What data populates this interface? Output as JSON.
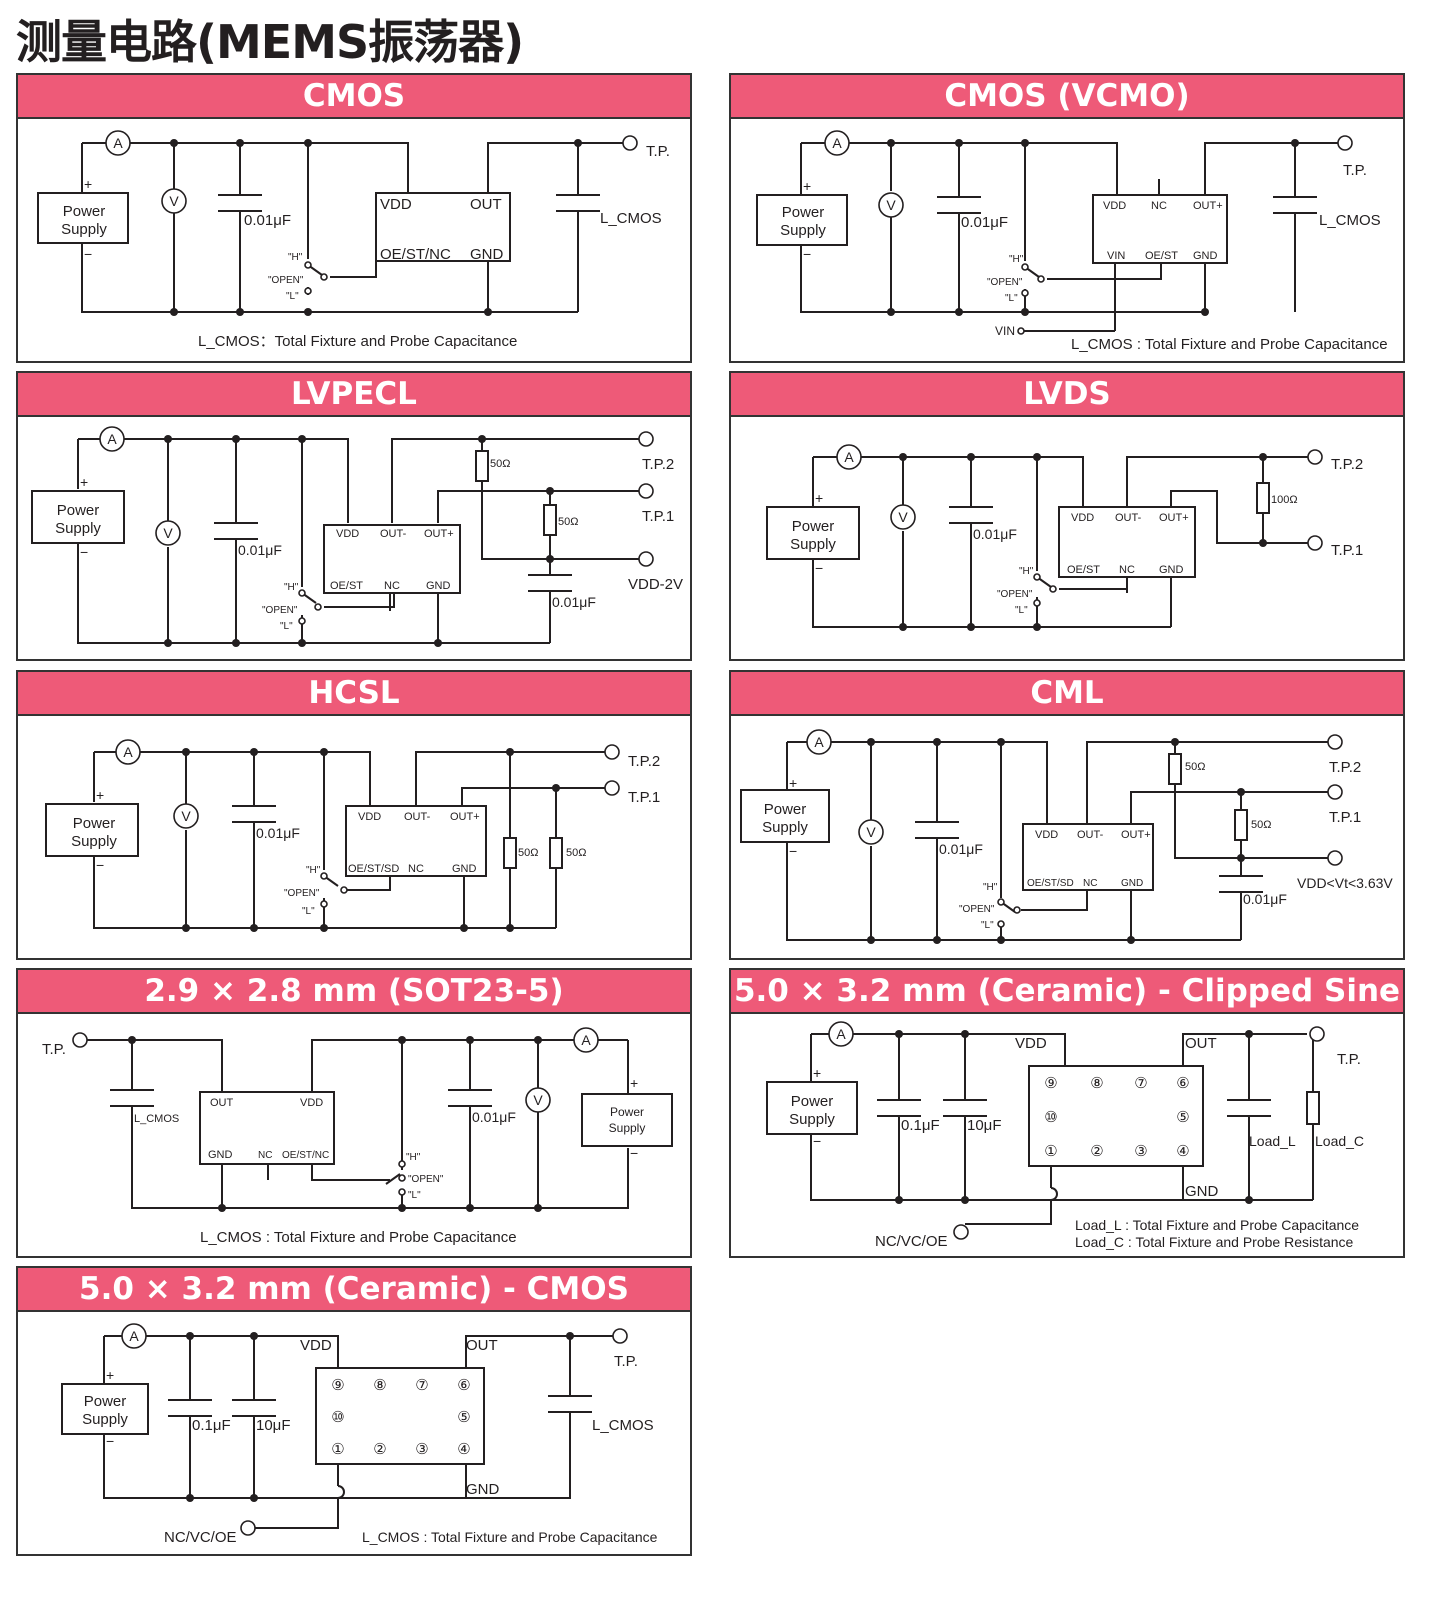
{
  "page_title": "测量电路(MEMS振荡器)",
  "colors": {
    "header_bg": "#ee5a78",
    "line": "#231f20"
  },
  "common": {
    "power": "Power",
    "supply": "Supply",
    "ammeter": "A",
    "voltmeter": "V",
    "plus": "+",
    "minus": "−",
    "h": "\"H\"",
    "open": "\"OPEN\"",
    "l": "\"L\""
  },
  "panels": {
    "cmos": {
      "title": "CMOS",
      "cap": "0.01μF",
      "vdd": "VDD",
      "out": "OUT",
      "oe": "OE/ST/NC",
      "gnd": "GND",
      "tp": "T.P.",
      "load": "L_CMOS",
      "note": "L_CMOS：Total Fixture and Probe Capacitance"
    },
    "vcmo": {
      "title": "CMOS (VCMO)",
      "cap": "0.01μF",
      "vdd": "VDD",
      "nc": "NC",
      "outp": "OUT+",
      "vin": "VIN",
      "oest": "OE/ST",
      "gnd": "GND",
      "tp": "T.P.",
      "load": "L_CMOS",
      "vin_label": "VIN",
      "note": "L_CMOS : Total Fixture and Probe Capacitance"
    },
    "lvpecl": {
      "title": "LVPECL",
      "cap": "0.01μF",
      "cap2": "0.01μF",
      "r1": "50Ω",
      "r2": "50Ω",
      "vdd": "VDD",
      "outm": "OUT-",
      "outp": "OUT+",
      "oest": "OE/ST",
      "nc": "NC",
      "gnd": "GND",
      "tp2": "T.P.2",
      "tp1": "T.P.1",
      "vref": "VDD-2V"
    },
    "lvds": {
      "title": "LVDS",
      "cap": "0.01μF",
      "r": "100Ω",
      "vdd": "VDD",
      "outm": "OUT-",
      "outp": "OUT+",
      "oest": "OE/ST",
      "nc": "NC",
      "gnd": "GND",
      "tp2": "T.P.2",
      "tp1": "T.P.1"
    },
    "hcsl": {
      "title": "HCSL",
      "cap": "0.01μF",
      "r1": "50Ω",
      "r2": "50Ω",
      "vdd": "VDD",
      "outm": "OUT-",
      "outp": "OUT+",
      "oest": "OE/ST/SD",
      "nc": "NC",
      "gnd": "GND",
      "tp2": "T.P.2",
      "tp1": "T.P.1"
    },
    "cml": {
      "title": "CML",
      "cap": "0.01μF",
      "cap2": "0.01μF",
      "r1": "50Ω",
      "r2": "50Ω",
      "vdd": "VDD",
      "outm": "OUT-",
      "outp": "OUT+",
      "oest": "OE/ST/SD",
      "nc": "NC",
      "gnd": "GND",
      "tp2": "T.P.2",
      "tp1": "T.P.1",
      "vref": "VDD<Vt<3.63V"
    },
    "sot": {
      "title": "2.9 × 2.8 mm (SOT23-5)",
      "tp": "T.P.",
      "load": "L_CMOS",
      "cap": "0.01μF",
      "out": "OUT",
      "vdd": "VDD",
      "gnd": "GND",
      "nc": "NC",
      "oe": "OE/ST/NC",
      "h": "\"H\"",
      "open": "\"OPEN\"",
      "l": "\"L\"",
      "note": "L_CMOS : Total Fixture and Probe Capacitance"
    },
    "clipped": {
      "title": "5.0 × 3.2 mm (Ceramic) - Clipped Sine",
      "vdd": "VDD",
      "out": "OUT",
      "gnd": "GND",
      "cap1": "0.1μF",
      "cap2": "10μF",
      "tp": "T.P.",
      "loadl": "Load_L",
      "loadc": "Load_C",
      "pins": [
        "⑨",
        "⑧",
        "⑦",
        "⑥",
        "⑩",
        "⑤",
        "①",
        "②",
        "③",
        "④"
      ],
      "ncvcoe": "NC/VC/OE",
      "note1": "Load_L : Total Fixture and Probe Capacitance",
      "note2": "Load_C : Total Fixture and Probe Resistance"
    },
    "ceramic_cmos": {
      "title": "5.0 × 3.2 mm (Ceramic) - CMOS",
      "vdd": "VDD",
      "out": "OUT",
      "gnd": "GND",
      "cap1": "0.1μF",
      "cap2": "10μF",
      "tp": "T.P.",
      "load": "L_CMOS",
      "pins": [
        "⑨",
        "⑧",
        "⑦",
        "⑥",
        "⑩",
        "⑤",
        "①",
        "②",
        "③",
        "④"
      ],
      "ncvcoe": "NC/VC/OE",
      "note": "L_CMOS : Total Fixture and Probe Capacitance"
    }
  }
}
